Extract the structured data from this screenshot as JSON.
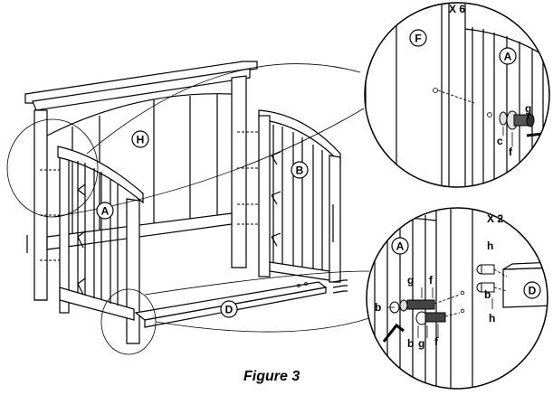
{
  "figure": {
    "caption": "Figure 3",
    "callout_top": {
      "multiplier": "X 6",
      "parts": [
        "F",
        "A",
        "g",
        "c",
        "f"
      ]
    },
    "callout_bottom": {
      "multiplier": "X 2",
      "parts": [
        "A",
        "h",
        "D",
        "b",
        "g",
        "f",
        "h",
        "b",
        "g",
        "b",
        "f"
      ]
    },
    "main_labels": [
      "H",
      "B",
      "A",
      "D"
    ]
  }
}
